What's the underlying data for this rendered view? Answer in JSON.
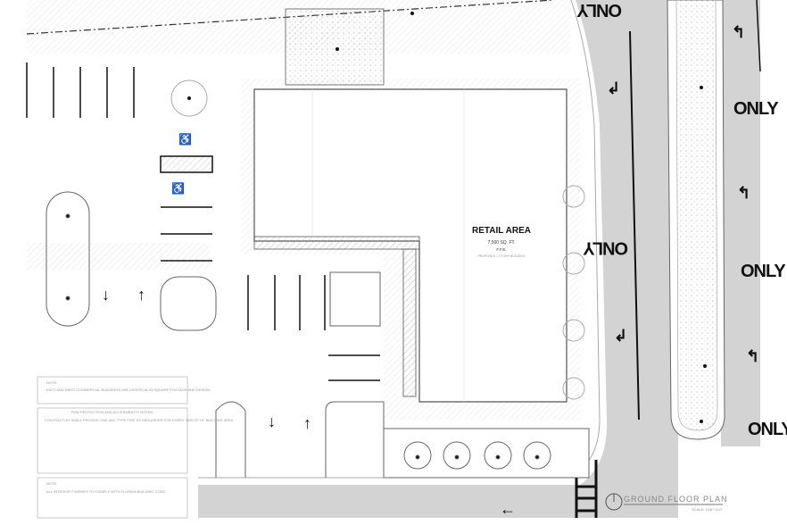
{
  "building": {
    "title": "RETAIL AREA",
    "area": "7,500 SQ. FT.",
    "ffe": "F.F.E.",
    "description": "PROPOSED 1 STORY BUILDING"
  },
  "title_block": {
    "title": "GROUND FLOOR PLAN",
    "scale": "SCALE: 1/16\"=1'-0\""
  },
  "road_markings": {
    "only_label": "ONLY"
  },
  "notes": [
    {
      "heading": "NOTE:",
      "text": "EAST AND WEST COMMERCIAL BUILDINGS ARE IDENTICAL IN SQUARE FOOTAGE AND DESIGN."
    },
    {
      "heading": "FIRE PROTECTION AND ACCESSIBILITY NOTES:",
      "text": "CONTRACTOR SHALL PROVIDE ONE ABC TYPE FIRE EXTINGUISHER FOR EVERY 3000 SF OF BUILDING AREA."
    },
    {
      "heading": "NOTE:",
      "text": "ALL INTERIOR FINISHES TO COMPLY WITH FLORIDA BUILDING CODE."
    }
  ],
  "colors": {
    "road": "#d3d3d3",
    "linework": "#888888",
    "ink": "#111111"
  }
}
